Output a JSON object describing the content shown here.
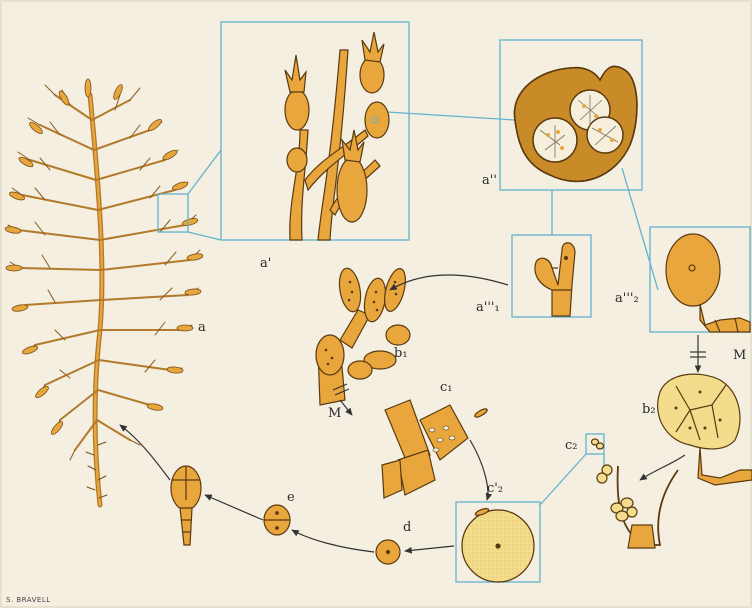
{
  "labels": {
    "a": "a",
    "a1": "a'",
    "a2": "a''",
    "a3_1": "a'''₁",
    "a3_2": "a'''₂",
    "b1": "b₁",
    "b2": "b₂",
    "c1": "c₁",
    "c1_2": "c'₂",
    "c2": "c₂",
    "d": "d",
    "e": "e",
    "m1": "M",
    "m2": "M"
  },
  "credit": "S. BRAVELL",
  "colors": {
    "background": "#f4efe0",
    "frame": "#62b3cd",
    "organism": "#e8a63c",
    "outline": "#5a3a10",
    "pale": "#f3dc8c"
  }
}
